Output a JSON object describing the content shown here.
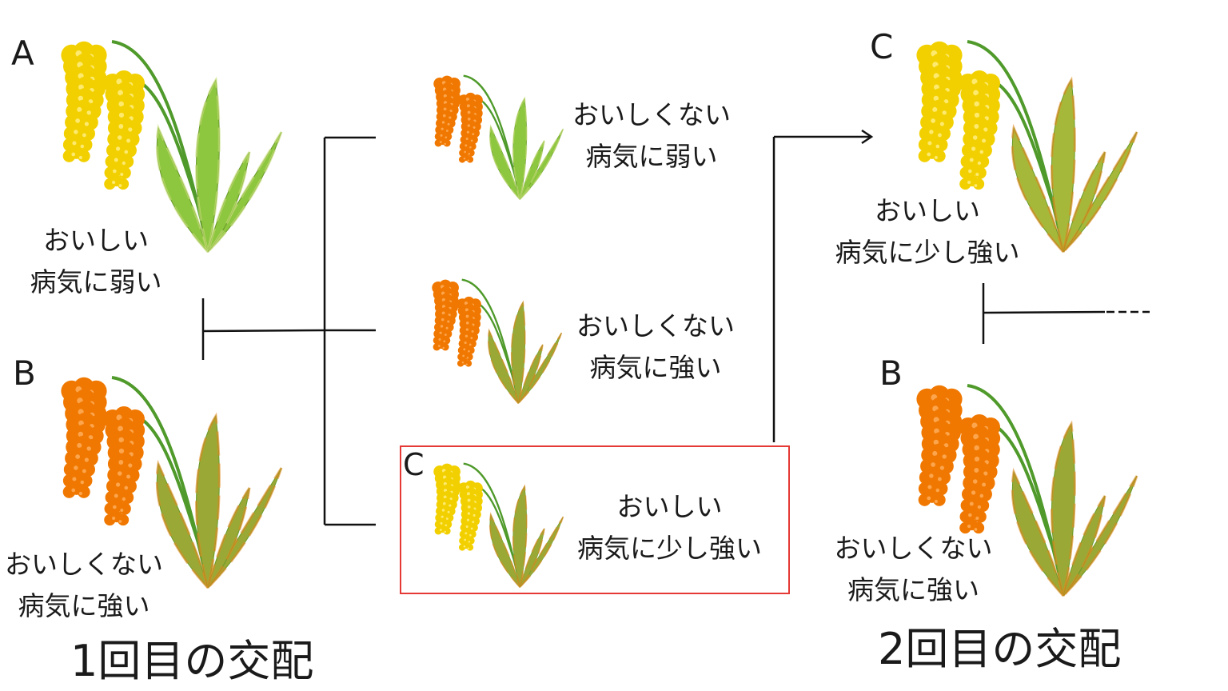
{
  "colors": {
    "tasty_grain": "#f2d000",
    "not_tasty_grain": "#f07800",
    "leaf_green": "#8dc63f",
    "leaf_resistant": "#9aa835",
    "highlight": "#e53935"
  },
  "plants": {
    "a": {
      "letter": "A",
      "line1": "おいしい",
      "line2": "病気に弱い",
      "grain": "tasty",
      "leaf": "weak"
    },
    "b": {
      "letter": "B",
      "line1": "おいしくない",
      "line2": "病気に強い",
      "grain": "not_tasty",
      "leaf": "strong"
    },
    "off1": {
      "line1": "おいしくない",
      "line2": "病気に弱い",
      "grain": "not_tasty",
      "leaf": "weak"
    },
    "off2": {
      "line1": "おいしくない",
      "line2": "病気に強い",
      "grain": "not_tasty",
      "leaf": "strong"
    },
    "off3": {
      "letter": "C",
      "line1": "おいしい",
      "line2": "病気に少し強い",
      "grain": "tasty",
      "leaf": "strong"
    },
    "c": {
      "letter": "C",
      "line1": "おいしい",
      "line2": "病気に少し強い",
      "grain": "tasty",
      "leaf": "mixed"
    },
    "b2": {
      "letter": "B",
      "line1": "おいしくない",
      "line2": "病気に強い",
      "grain": "not_tasty",
      "leaf": "strong"
    }
  },
  "titles": {
    "first_cross": "1回目の交配",
    "second_cross": "2回目の交配"
  }
}
